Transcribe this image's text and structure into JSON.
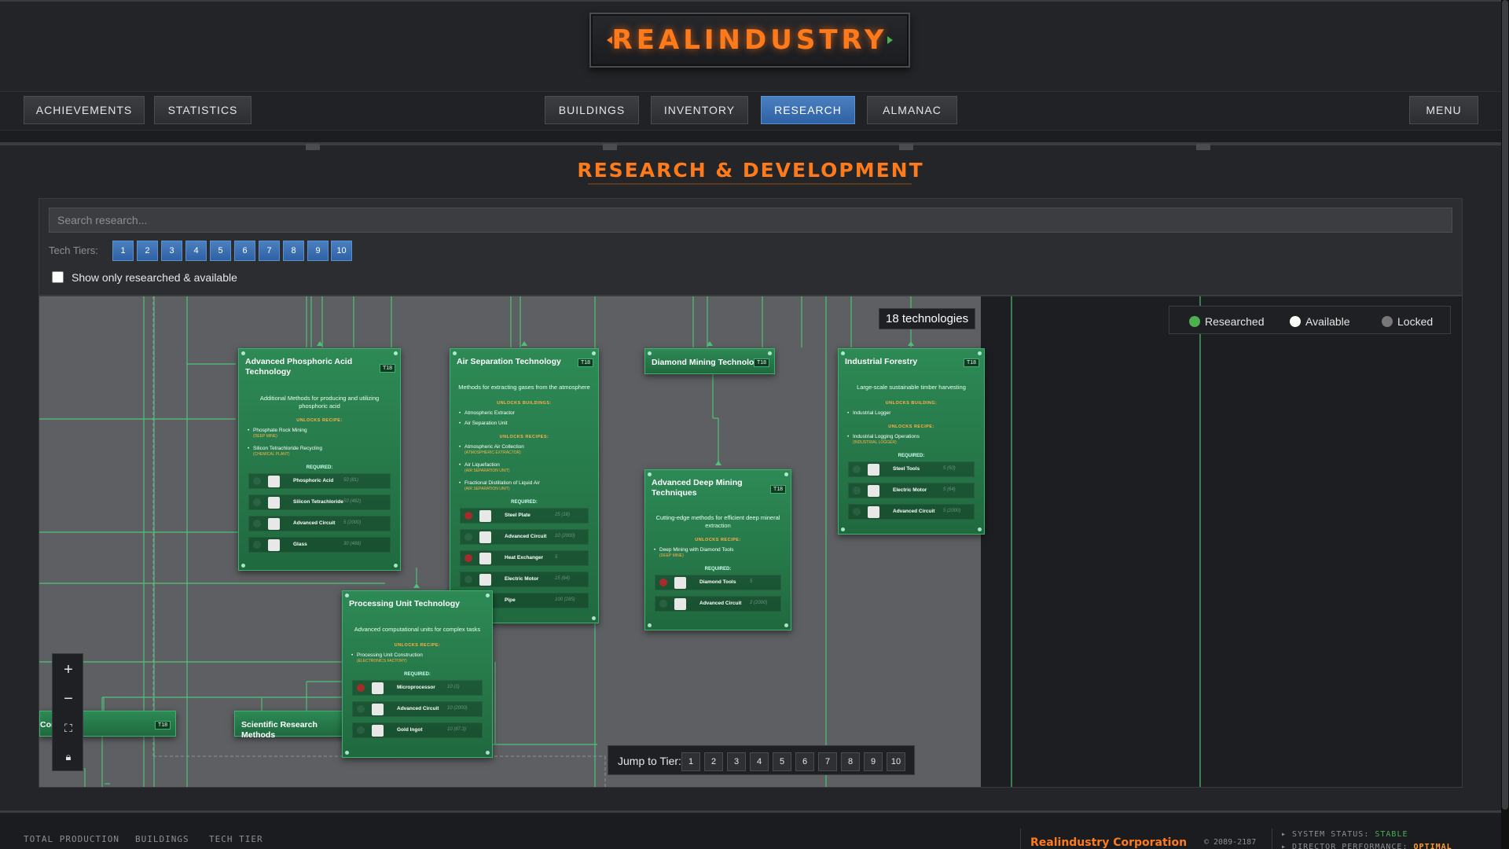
{
  "brand": {
    "logo_text": "REALINDUSTRY"
  },
  "nav": {
    "left": [
      "ACHIEVEMENTS",
      "STATISTICS"
    ],
    "center": [
      "BUILDINGS",
      "INVENTORY",
      "RESEARCH",
      "ALMANAC"
    ],
    "active": "RESEARCH",
    "menu": "MENU"
  },
  "research": {
    "title": "RESEARCH & DEVELOPMENT",
    "search_placeholder": "Search research...",
    "tier_label": "Tech Tiers:",
    "tiers": [
      "1",
      "2",
      "3",
      "4",
      "5",
      "6",
      "7",
      "8",
      "9",
      "10"
    ],
    "filter_label": "Show only researched & available",
    "count_badge": "18 technologies",
    "legend": [
      "Researched",
      "Available",
      "Locked"
    ],
    "jump_label": "Jump to Tier:",
    "jump_tiers": [
      "1",
      "2",
      "3",
      "4",
      "5",
      "6",
      "7",
      "8",
      "9",
      "10"
    ]
  },
  "colors": {
    "accent": "#ff7a1a",
    "active_blue": "#3a70b4",
    "card_green": "#2d8a55",
    "researched": "#4caf50",
    "available": "#ffffff",
    "locked": "#777777",
    "missing": "#a72b2b"
  },
  "techs": [
    {
      "title": "Advanced Phosphoric Acid Technology",
      "tier": "T18",
      "desc": "Additional Methods for producing and utilizing phosphoric acid",
      "unlock_label": "UNLOCKS RECIPE:",
      "unlocks": [
        {
          "name": "Phosphate Rock Mining",
          "sub": "(DEEP MINE)"
        },
        {
          "name": "Silicon Tetrachloride Recycling",
          "sub": "(CHEMICAL PLANT)"
        }
      ],
      "required_label": "REQUIRED:",
      "required": [
        {
          "name": "Phosphoric Acid",
          "amount": "50 (81)",
          "icon": "flask-icon"
        },
        {
          "name": "Silicon Tetrachloride",
          "amount": "50 (482)",
          "icon": "flask-icon"
        },
        {
          "name": "Advanced Circuit",
          "amount": "5 (2000)",
          "icon": "circuit-icon"
        },
        {
          "name": "Glass",
          "amount": "30 (488)",
          "icon": "glass-icon"
        }
      ]
    },
    {
      "title": "Air Separation Technology",
      "tier": "T18",
      "desc": "Methods for extracting gases from the atmosphere",
      "unlock_building_label": "UNLOCKS BUILDINGS:",
      "buildings": [
        "Atmospheric Extractor",
        "Air Separation Unit"
      ],
      "unlock_label": "UNLOCKS RECIPES:",
      "unlocks": [
        {
          "name": "Atmospheric Air Collection",
          "sub": "(ATMOSPHERIC EXTRACTOR)"
        },
        {
          "name": "Air Liquefaction",
          "sub": "(AIR SEPARATION UNIT)"
        },
        {
          "name": "Fractional Distillation of Liquid Air",
          "sub": "(AIR SEPARATION UNIT)"
        }
      ],
      "required_label": "REQUIRED:",
      "required": [
        {
          "name": "Steel Plate",
          "amount": "25 (18)",
          "icon": "plate-icon",
          "missing": true
        },
        {
          "name": "Advanced Circuit",
          "amount": "10 (2000)",
          "icon": "circuit-icon"
        },
        {
          "name": "Heat Exchanger",
          "amount": "5",
          "icon": "exchanger-icon",
          "missing": true
        },
        {
          "name": "Electric Motor",
          "amount": "15 (64)",
          "icon": "motor-icon"
        },
        {
          "name": "Pipe",
          "amount": "100 (285)",
          "icon": "pipe-icon"
        }
      ]
    },
    {
      "title": "Diamond Mining Technology",
      "tier": "T18"
    },
    {
      "title": "Advanced Deep Mining Techniques",
      "tier": "T18",
      "desc": "Cutting-edge methods for efficient deep mineral extraction",
      "unlock_label": "UNLOCKS RECIPE:",
      "unlocks": [
        {
          "name": "Deep Mining with Diamond Tools",
          "sub": "(DEEP MINE)"
        }
      ],
      "required_label": "REQUIRED:",
      "required": [
        {
          "name": "Diamond Tools",
          "amount": "5",
          "icon": "diamond-icon",
          "missing": true
        },
        {
          "name": "Advanced Circuit",
          "amount": "2 (2000)",
          "icon": "circuit-icon"
        }
      ]
    },
    {
      "title": "Industrial Forestry",
      "tier": "T18",
      "desc": "Large-scale sustainable timber harvesting",
      "unlock_building_label": "UNLOCKS BUILDING:",
      "buildings": [
        "Industrial Logger"
      ],
      "unlock_label": "UNLOCKS RECIPE:",
      "unlocks": [
        {
          "name": "Industrial Logging Operations",
          "sub": "(INDUSTRIAL LOGGER)"
        }
      ],
      "required_label": "REQUIRED:",
      "required": [
        {
          "name": "Steel Tools",
          "amount": "5 (50)",
          "icon": "tools-icon"
        },
        {
          "name": "Electric Motor",
          "amount": "5 (64)",
          "icon": "motor-icon"
        },
        {
          "name": "Advanced Circuit",
          "amount": "5 (2000)",
          "icon": "circuit-icon"
        }
      ]
    },
    {
      "title": "Processing Unit Technology",
      "tier": "",
      "desc": "Advanced computational units for complex tasks",
      "unlock_label": "UNLOCKS RECIPE:",
      "unlocks": [
        {
          "name": "Processing Unit Construction",
          "sub": "(ELECTRONICS FACTORY)"
        }
      ],
      "required_label": "REQUIRED:",
      "required": [
        {
          "name": "Microprocessor",
          "amount": "10 (1)",
          "icon": "chip-icon",
          "missing": true
        },
        {
          "name": "Advanced Circuit",
          "amount": "10 (2000)",
          "icon": "circuit-icon"
        },
        {
          "name": "Gold Ingot",
          "amount": "10 (87.3)",
          "icon": "ingot-icon"
        }
      ]
    },
    {
      "title": "Scientific Research Methods",
      "tier": ""
    },
    {
      "title": "Con   tems",
      "tier": "T18"
    }
  ],
  "footer": {
    "stats": [
      "TOTAL PRODUCTION",
      "BUILDINGS",
      "TECH TIER"
    ],
    "corp": "Realindustry Corporation",
    "copyright": "© 2089-2187",
    "system_status_label": "SYSTEM STATUS:",
    "system_status": "STABLE",
    "director_label": "DIRECTOR PERFORMANCE:",
    "director": "OPTIMAL"
  }
}
